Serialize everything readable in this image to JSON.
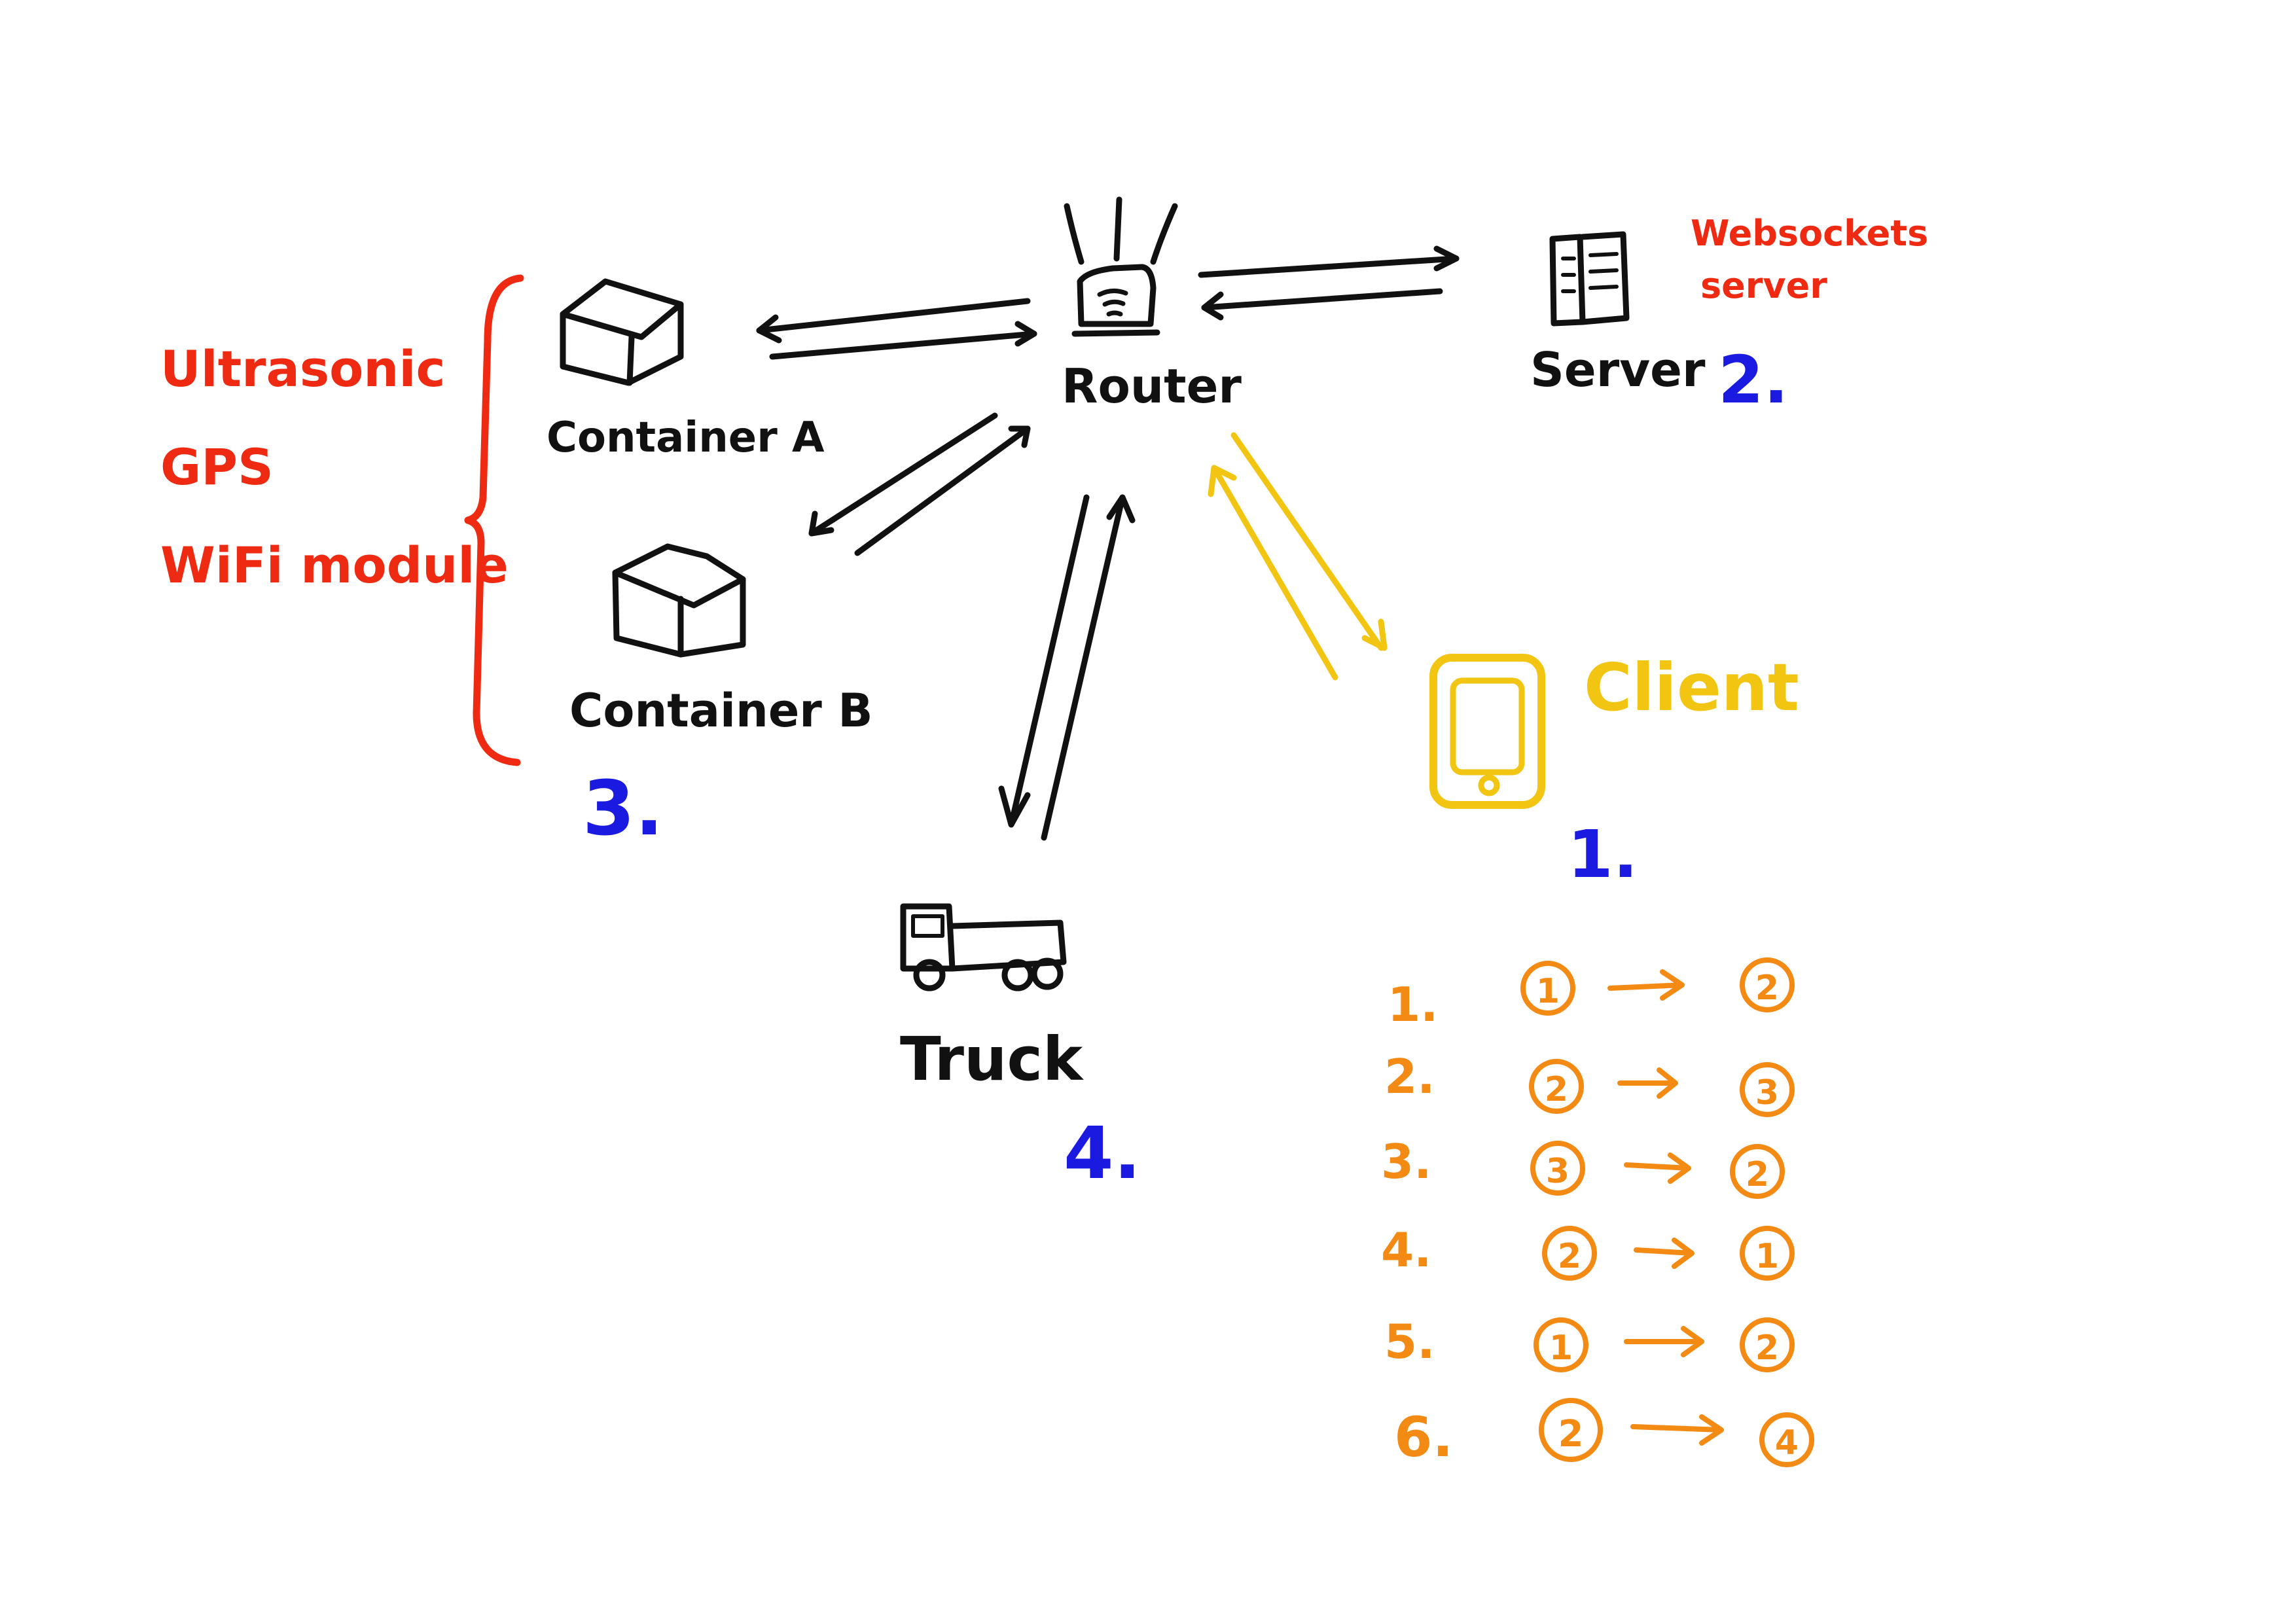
{
  "nodes": {
    "router": "Router",
    "server": "Server",
    "server_note_line1": "Websockets",
    "server_note_line2": "server",
    "container_a": "Container A",
    "container_b": "Container B",
    "truck": "Truck",
    "client": "Client"
  },
  "sensors": [
    "Ultrasonic",
    "GPS",
    "WiFi module"
  ],
  "markers": {
    "client": "1.",
    "server": "2.",
    "containers": "3.",
    "truck": "4."
  },
  "sequence": [
    {
      "step": "1.",
      "from": "1",
      "to": "2"
    },
    {
      "step": "2.",
      "from": "2",
      "to": "3"
    },
    {
      "step": "3.",
      "from": "3",
      "to": "2"
    },
    {
      "step": "4.",
      "from": "2",
      "to": "1"
    },
    {
      "step": "5.",
      "from": "1",
      "to": "2"
    },
    {
      "step": "6.",
      "from": "2",
      "to": "4"
    }
  ],
  "colors": {
    "ink": "#111111",
    "sensor_red": "#ee2a12",
    "marker_blue": "#1a1ae0",
    "client_yellow": "#f2c512",
    "sequence_orange": "#f28a14"
  }
}
